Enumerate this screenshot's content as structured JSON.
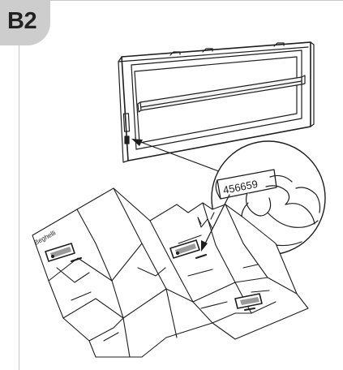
{
  "figure": {
    "step_label": "B2",
    "serial_number": "456659",
    "brand": "Beghelli"
  },
  "colors": {
    "badge": "#cdcdcd",
    "frame": "#c8c8c8",
    "ink": "#1e1e1e"
  },
  "icons": [
    "emergency-light-device",
    "serial-label-sticker",
    "hand-peeling-sticker",
    "folded-floor-plan",
    "pointer-arrow",
    "magnifier-circle"
  ]
}
